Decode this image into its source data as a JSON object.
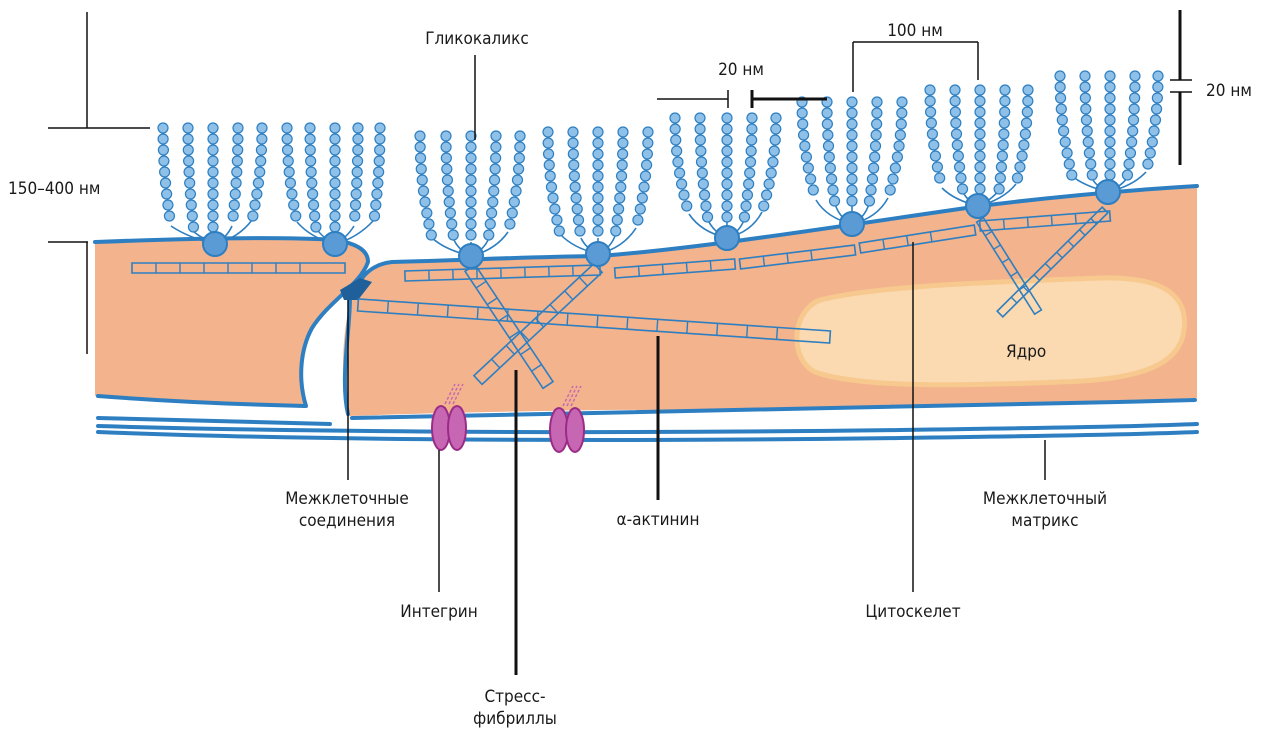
{
  "labels": {
    "glycocalyx": "Гликокаликс",
    "thickness": "150–400 нм",
    "spacing_small": "20 нм",
    "spacing_large": "100 нм",
    "spacing_right": "20 нм",
    "nucleus": "Ядро",
    "junctions": [
      "Межклеточные",
      "соединения"
    ],
    "integrin": "Интегрин",
    "stress_fibers": [
      "Стресс-",
      "фибриллы"
    ],
    "actinin": "α-актинин",
    "matrix": [
      "Межклеточный",
      "матрикс"
    ],
    "cytoskeleton": "Цитоскелет"
  },
  "colors": {
    "membrane": "#2e7fc1",
    "membrane_dark": "#1f5f9a",
    "cytoplasm": "#f2b38d",
    "nucleus_fill": "#fbd9b1",
    "nucleus_rim": "#f7c98e",
    "bead": "#8ec0e8",
    "bead_stroke": "#2e7fc1",
    "integrin": "#c766b3",
    "integrin_stroke": "#9a2c86",
    "leader": "#111111"
  }
}
